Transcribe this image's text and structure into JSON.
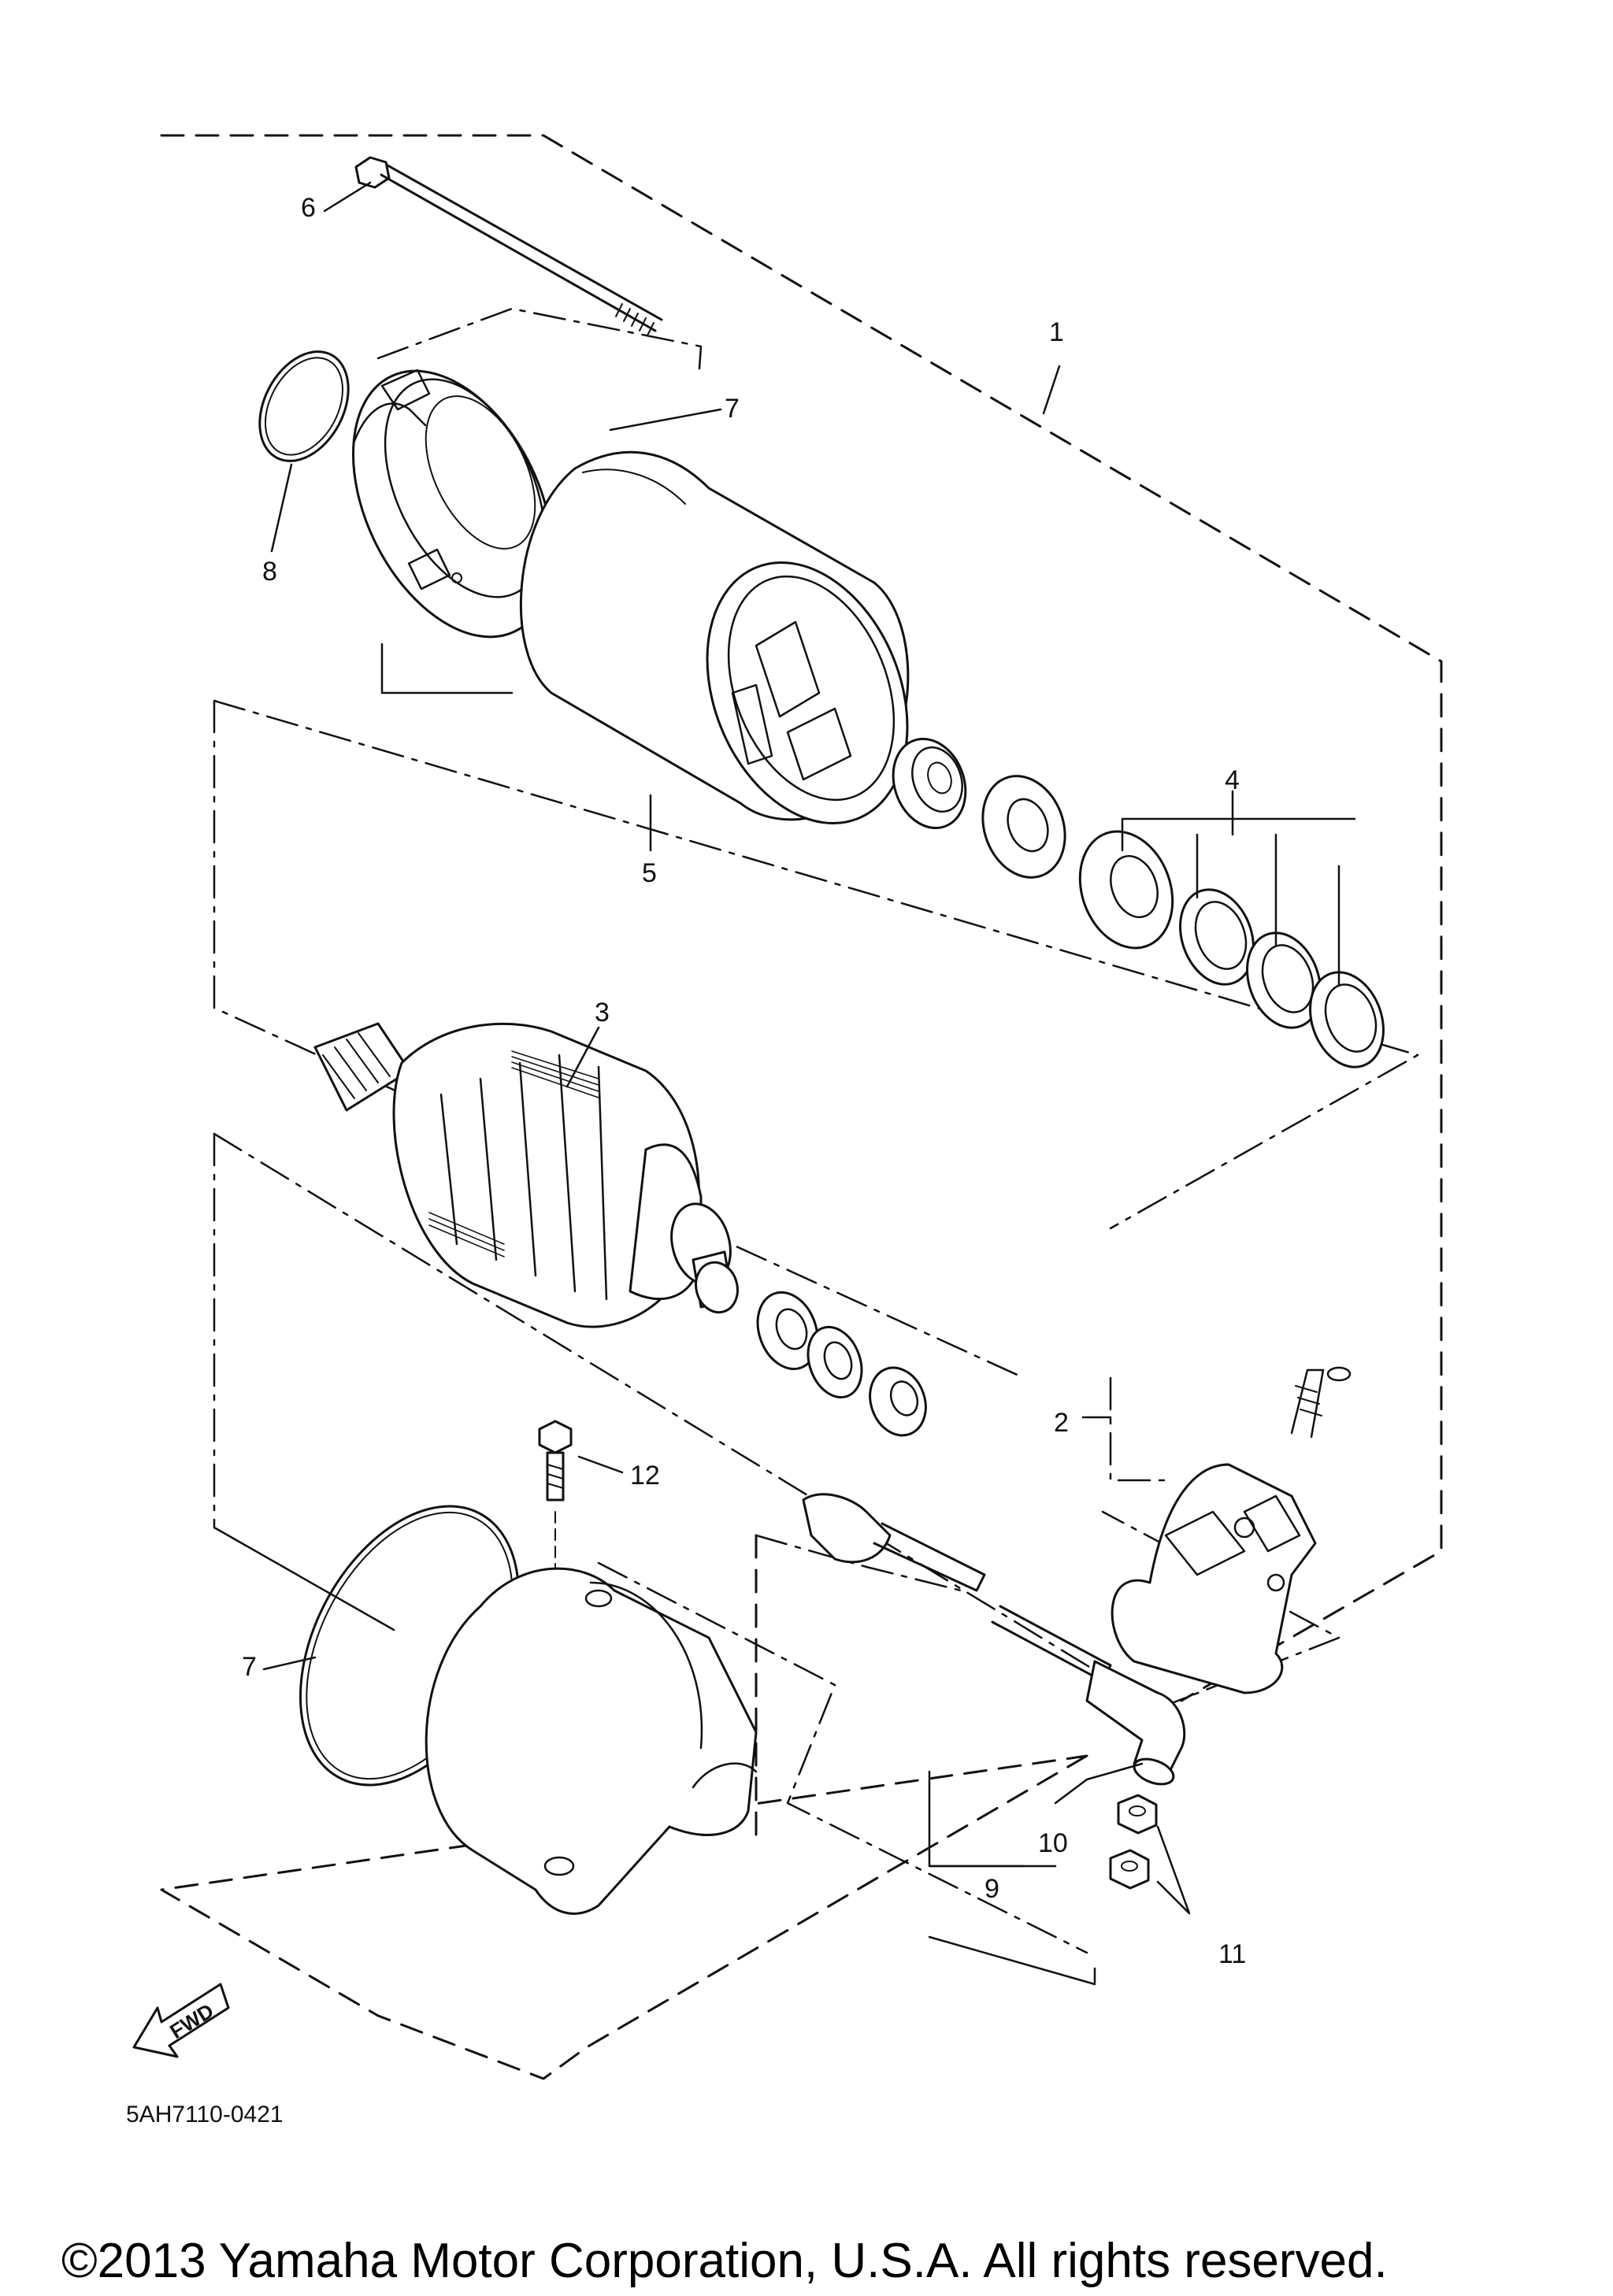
{
  "callouts": {
    "c1": "1",
    "c2": "2",
    "c3": "3",
    "c4": "4",
    "c5": "5",
    "c6": "6",
    "c7_top": "7",
    "c7_bottom": "7",
    "c8": "8",
    "c9": "9",
    "c10": "10",
    "c11": "11",
    "c12": "12"
  },
  "direction_badge": "FWD",
  "diagram_code": "5AH7110-0421",
  "copyright": "©2013 Yamaha Motor Corporation, U.S.A. All rights reserved."
}
